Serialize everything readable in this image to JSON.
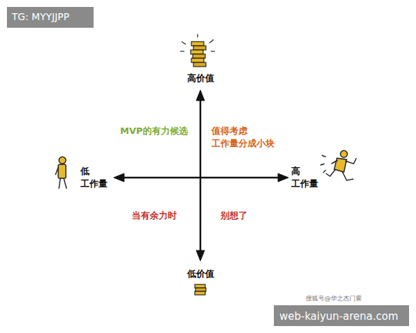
{
  "diagram": {
    "labels": [
      "TG: MYYJJPP",
      "高价值",
      "MVP的有力候选",
      "值得考虑 工作量分成小块",
      "低 工作量",
      "高 工作量",
      "当有余力时",
      "别想了",
      "低价值",
      "搜狐号@华之杰门窗",
      "web-kaiyun-arena.com"
    ]
  }
}
